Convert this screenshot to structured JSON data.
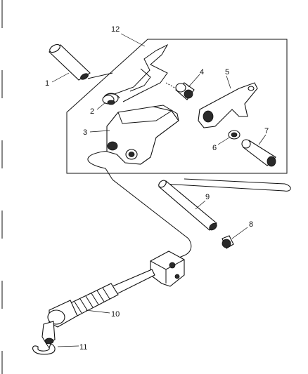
{
  "callouts": [
    {
      "id": "1",
      "text": "1"
    },
    {
      "id": "2",
      "text": "2"
    },
    {
      "id": "3",
      "text": "3"
    },
    {
      "id": "4",
      "text": "4"
    },
    {
      "id": "5",
      "text": "5"
    },
    {
      "id": "6",
      "text": "6"
    },
    {
      "id": "7",
      "text": "7"
    },
    {
      "id": "8",
      "text": "8"
    },
    {
      "id": "9",
      "text": "9"
    },
    {
      "id": "10",
      "text": "10"
    },
    {
      "id": "11",
      "text": "11"
    },
    {
      "id": "12",
      "text": "12"
    }
  ],
  "colors": {
    "line": "#111111",
    "background": "#ffffff"
  }
}
